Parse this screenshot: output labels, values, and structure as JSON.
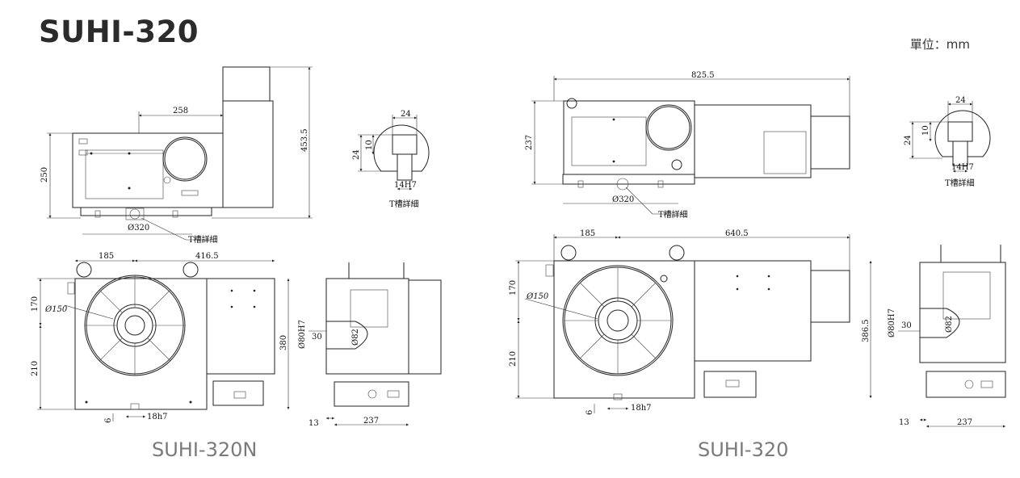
{
  "header": {
    "title": "SUHI-320",
    "unit": "單位：mm"
  },
  "models": [
    {
      "name": "SUHI-320N",
      "views": {
        "front_top": {
          "width": "258",
          "height_left": "250",
          "height_right": "453.5",
          "table_dia": "Ø320",
          "t_slot_label": "T槽詳細"
        },
        "tslot_detail": {
          "w": "24",
          "h1": "10",
          "h2": "24",
          "fit": "14H7",
          "label": "T槽詳細"
        },
        "main": {
          "left": "185",
          "right": "416.5",
          "top": "170",
          "bottom": "210",
          "bolt": "Ø150",
          "height": "380",
          "bottom_offset": "6",
          "key": "18h7"
        },
        "side": {
          "bore": "Ø80H7",
          "pilot": "Ø82",
          "depth": "30",
          "left": "13",
          "width": "237"
        }
      }
    },
    {
      "name": "SUHI-320",
      "views": {
        "front_top": {
          "width": "825.5",
          "height_left": "237",
          "table_dia": "Ø320",
          "t_slot_label": "T槽詳細"
        },
        "tslot_detail": {
          "w": "24",
          "h1": "10",
          "h2": "24",
          "fit": "14H7",
          "label": "T槽詳細"
        },
        "main": {
          "left": "185",
          "right": "640.5",
          "top": "170",
          "bottom": "210",
          "bolt": "Ø150",
          "height": "386.5",
          "bottom_offset": "6",
          "key": "18h7"
        },
        "side": {
          "bore": "Ø80H7",
          "pilot": "Ø82",
          "depth": "30",
          "left": "13",
          "width": "237"
        }
      }
    }
  ]
}
